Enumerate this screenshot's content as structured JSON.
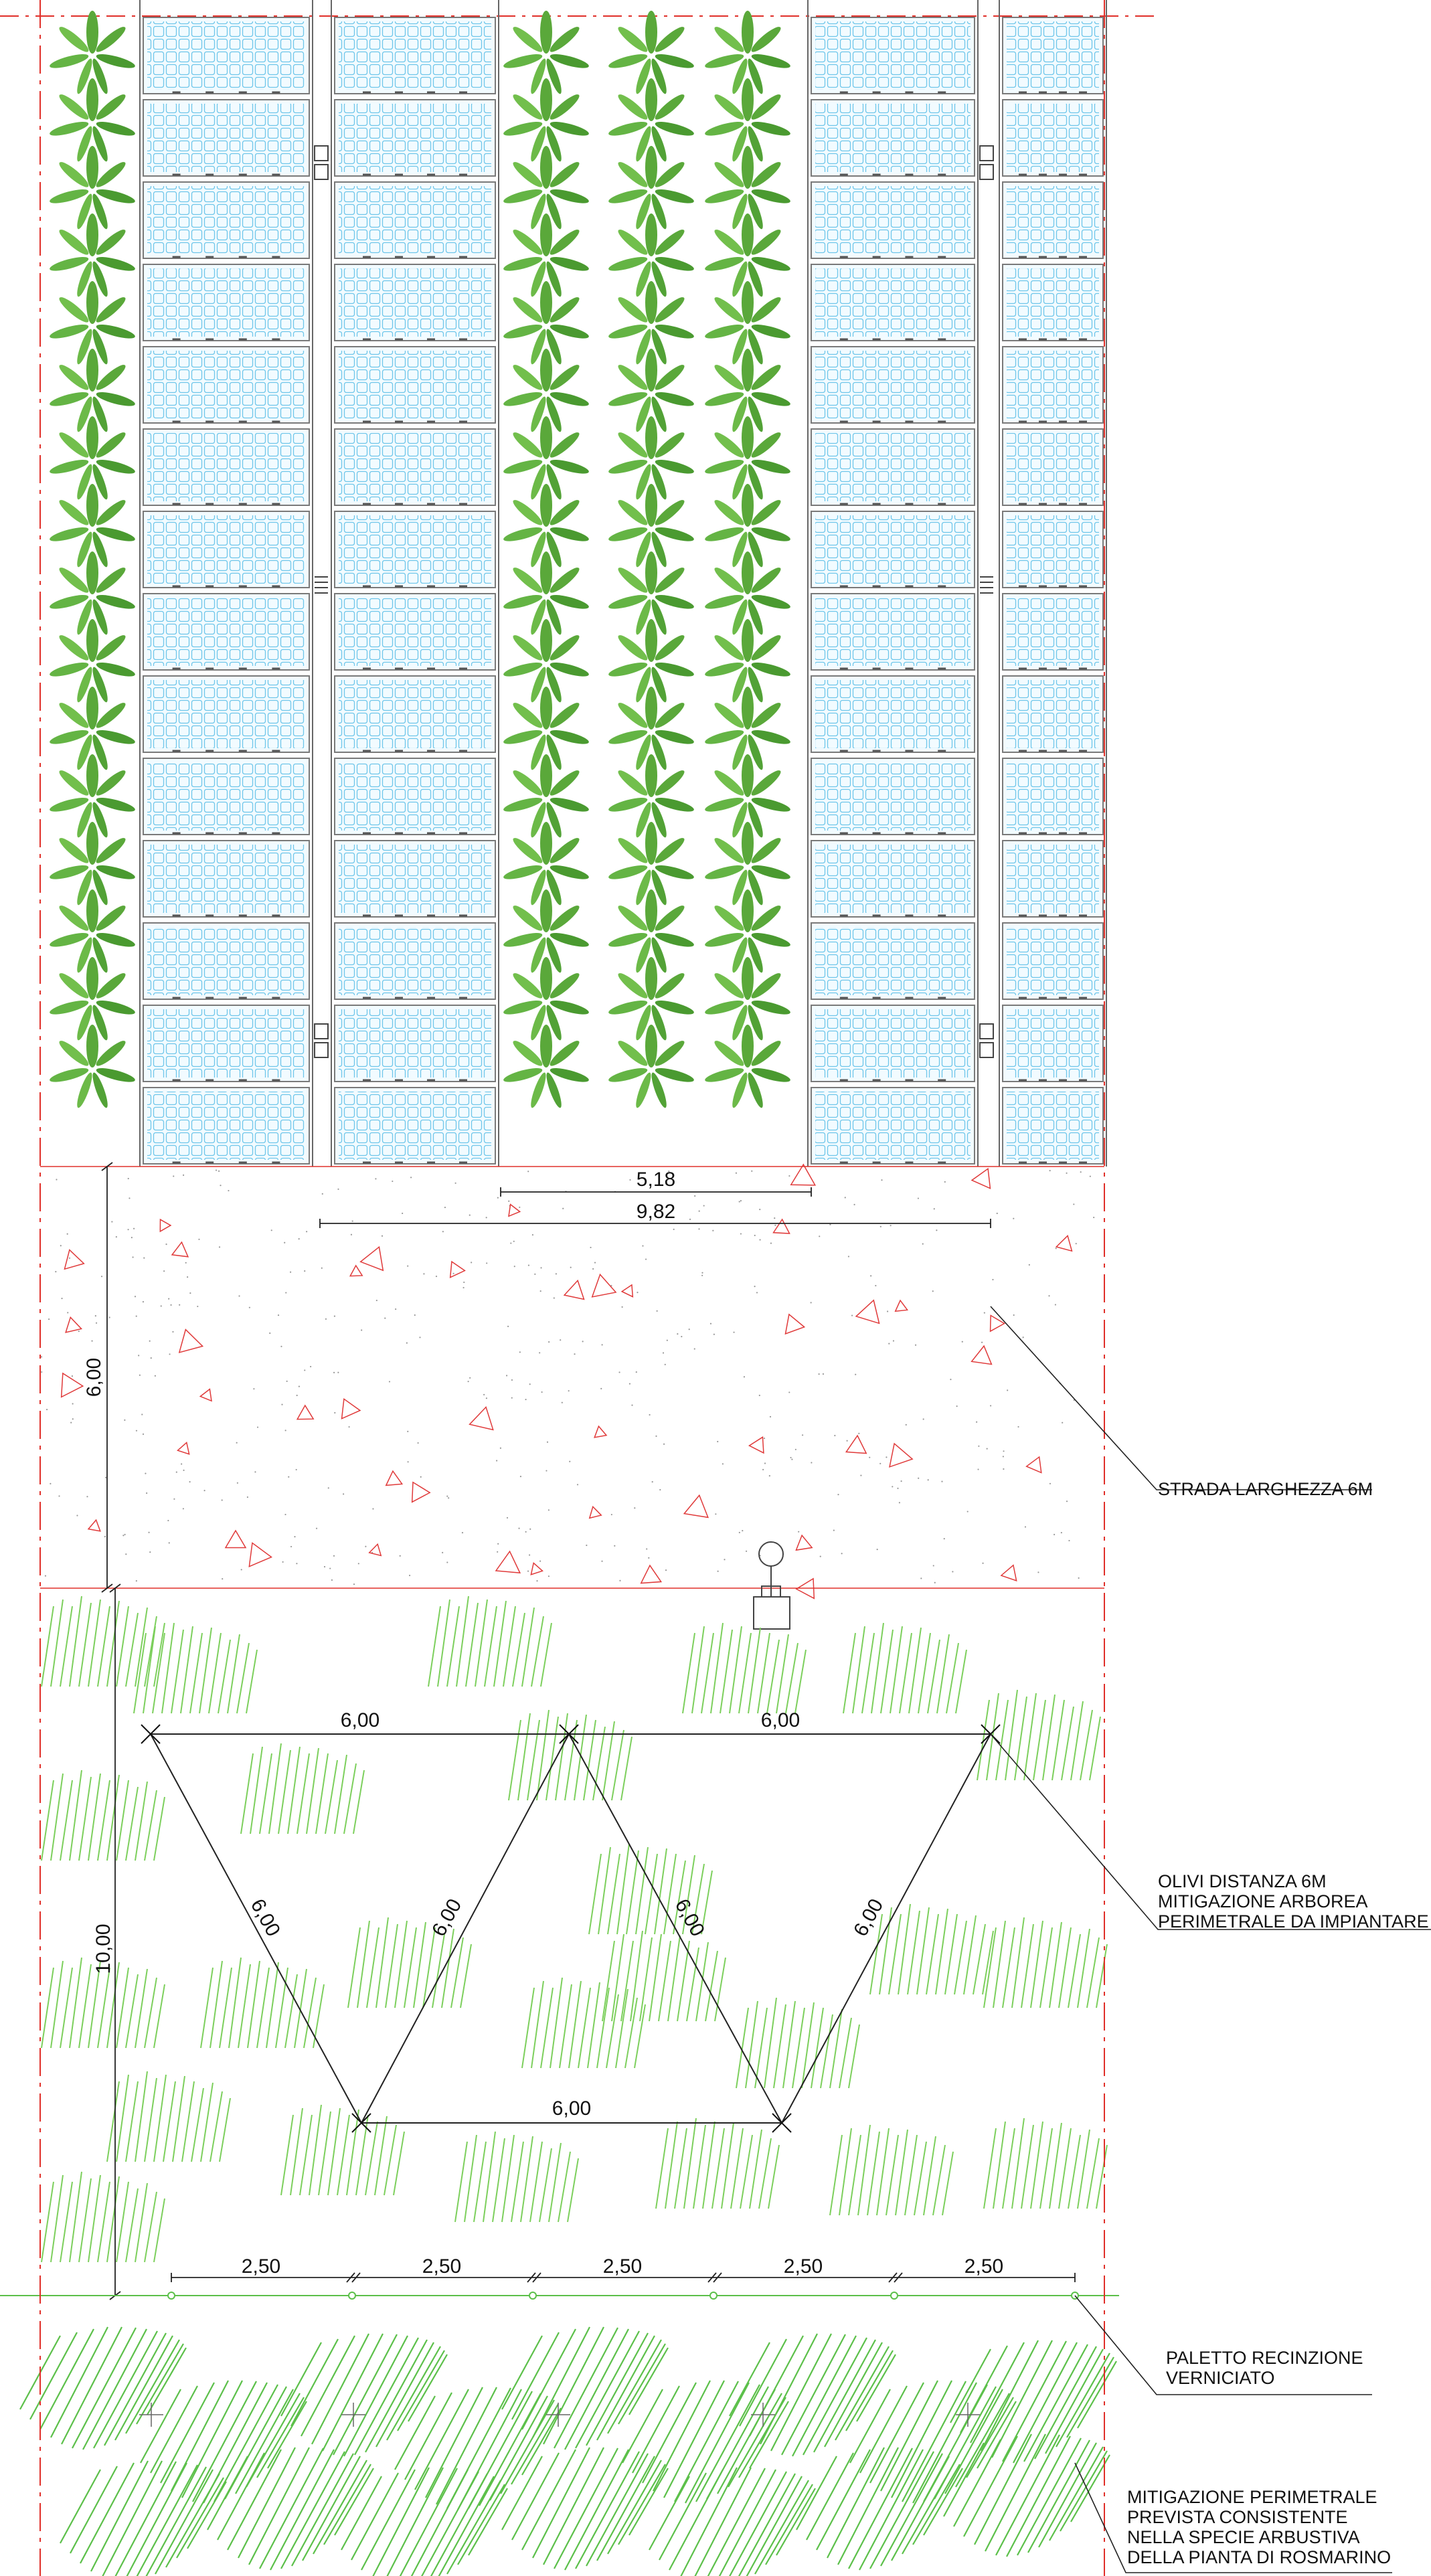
{
  "dimensions": {
    "panel_row_gap": "5,18",
    "row_pitch": "9,82",
    "road_width": "6,00",
    "olive_band_depth": "10,00",
    "olive_top_left": "6,00",
    "olive_top_right": "6,00",
    "olive_bottom": "6,00",
    "olive_diag_1": "6,00",
    "olive_diag_2": "6,00",
    "olive_diag_3": "6,00",
    "olive_diag_4": "6,00",
    "post_spacing_1": "2,50",
    "post_spacing_2": "2,50",
    "post_spacing_3": "2,50",
    "post_spacing_4": "2,50",
    "post_spacing_5": "2,50"
  },
  "notes": {
    "road": "STRADA LARGHEZZA 6M",
    "olives": [
      "OLIVI DISTANZA 6M",
      "MITIGAZIONE ARBOREA",
      "PERIMETRALE DA IMPIANTARE"
    ],
    "fence": [
      "PALETTO RECINZIONE",
      "VERNICIATO"
    ],
    "rosemary": [
      "MITIGAZIONE PERIMETRALE",
      "PREVISTA CONSISTENTE",
      "NELLA SPECIE ARBUSTIVA",
      "DELLA PIANTA DI ROSMARINO"
    ]
  },
  "colors": {
    "boundary": "#e0302a",
    "panel_grid": "#6ec6ea",
    "plant": "#5aa83a",
    "grass": "#7ccf5c",
    "rosemary": "#5cc04a",
    "road_symbol": "#e03a3a",
    "line": "#222222"
  }
}
